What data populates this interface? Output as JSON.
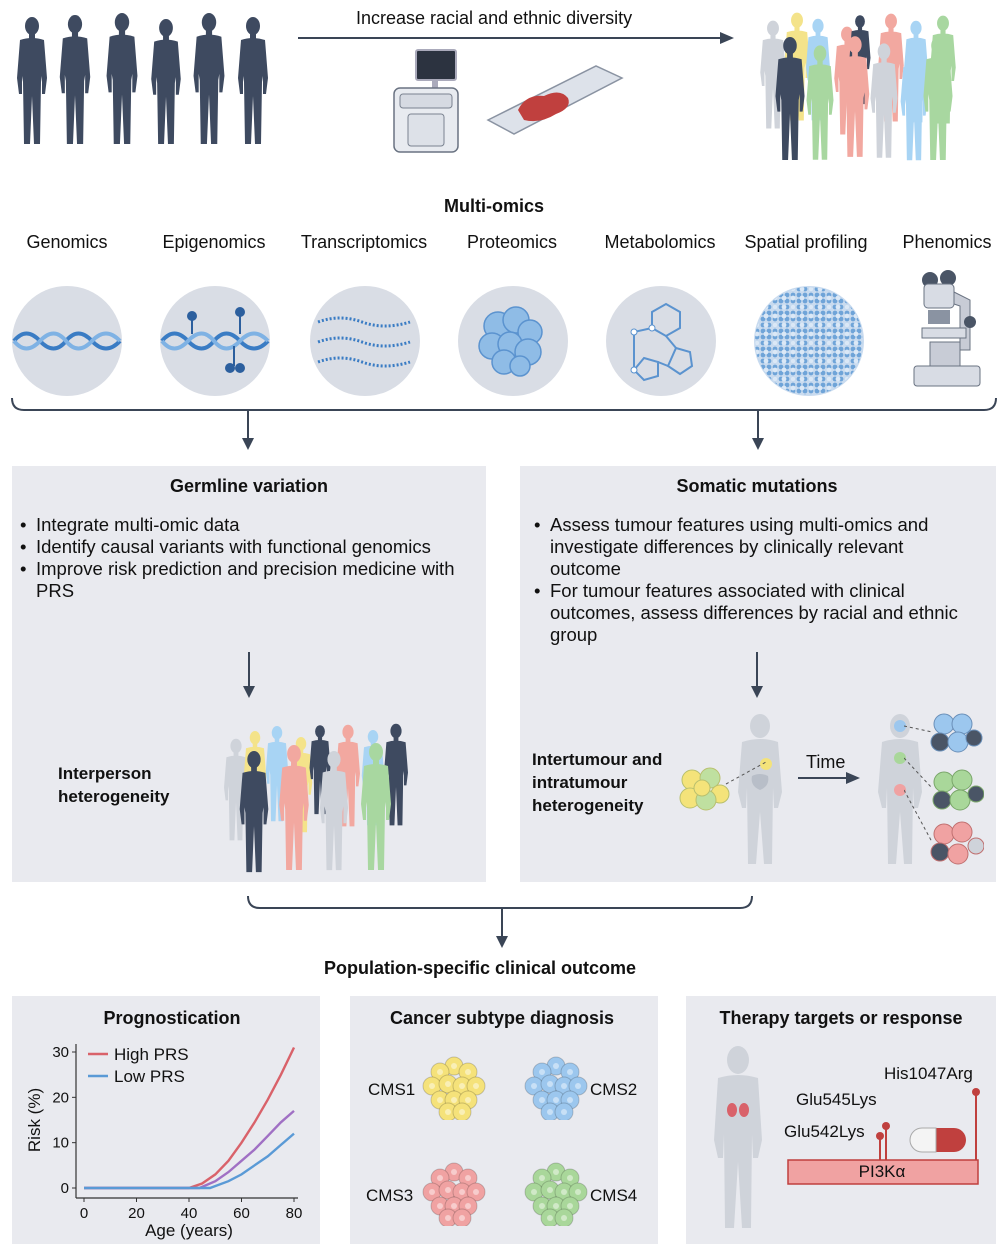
{
  "top": {
    "arrow_label": "Increase racial and ethnic diversity"
  },
  "multiomics": {
    "title": "Multi-omics",
    "labels": [
      "Genomics",
      "Epigenomics",
      "Transcriptomics",
      "Proteomics",
      "Metabolomics",
      "Spatial profiling",
      "Phenomics"
    ]
  },
  "germline": {
    "title": "Germline variation",
    "bullets": [
      "Integrate multi-omic data",
      "Identify causal variants with functional genomics",
      "Improve risk prediction and precision medicine with PRS"
    ],
    "heterogeneity": [
      "Interperson",
      "heterogeneity"
    ]
  },
  "somatic": {
    "title": "Somatic mutations",
    "bullets": [
      "Assess tumour features using multi-omics and investigate differences by clinically relevant outcome",
      "For tumour features associated with clinical outcomes, assess differences by racial and ethnic group"
    ],
    "heterogeneity": [
      "Intertumour and",
      "intratumour",
      "heterogeneity"
    ],
    "time_label": "Time"
  },
  "outcome": {
    "title": "Population-specific clinical outcome"
  },
  "prognostication": {
    "title": "Prognostication"
  },
  "subtype": {
    "title": "Cancer subtype diagnosis",
    "cms": [
      {
        "label": "CMS1",
        "color": "#f5e27a"
      },
      {
        "label": "CMS2",
        "color": "#9cc7ee"
      },
      {
        "label": "CMS3",
        "color": "#f0a2a2"
      },
      {
        "label": "CMS4",
        "color": "#a9d79a"
      }
    ]
  },
  "therapy": {
    "title": "Therapy targets or response",
    "mutations": [
      "His1047Arg",
      "Glu545Lys",
      "Glu542Lys"
    ],
    "protein": "PI3Kα"
  },
  "colors": {
    "dark_figure": "#3e4a60",
    "arrow": "#3a4556",
    "panel": "#e9eaef",
    "high": "#d9626a",
    "mid": "#a070c4",
    "low": "#5a9ad6"
  },
  "chart_data": {
    "type": "line",
    "xlabel": "Age (years)",
    "ylabel": "Risk (%)",
    "xlim": [
      0,
      80
    ],
    "ylim": [
      0,
      30
    ],
    "xticks": [
      0,
      20,
      40,
      60,
      80
    ],
    "yticks": [
      0,
      10,
      20,
      30
    ],
    "legend_position": "top-left",
    "series": [
      {
        "name": "High PRS",
        "color": "#d9626a",
        "x": [
          0,
          40,
          45,
          50,
          55,
          60,
          65,
          70,
          75,
          80
        ],
        "y": [
          0,
          0,
          1,
          3,
          6,
          10,
          14.5,
          19.5,
          25,
          31
        ]
      },
      {
        "name": "",
        "color": "#a070c4",
        "x": [
          0,
          44,
          50,
          55,
          60,
          65,
          70,
          75,
          80
        ],
        "y": [
          0,
          0,
          1.5,
          3.5,
          6,
          8.5,
          11.5,
          14.5,
          17
        ]
      },
      {
        "name": "Low PRS",
        "color": "#5a9ad6",
        "x": [
          0,
          48,
          55,
          60,
          65,
          70,
          75,
          80
        ],
        "y": [
          0,
          0,
          1.5,
          3,
          5,
          7,
          9.5,
          12
        ]
      }
    ]
  }
}
